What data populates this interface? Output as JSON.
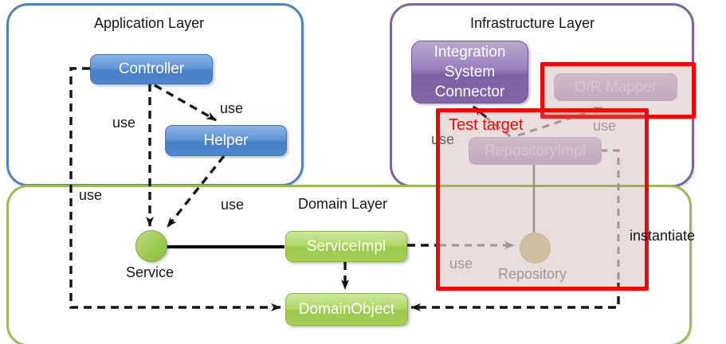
{
  "layers": {
    "application": {
      "title": "Application Layer"
    },
    "infrastructure": {
      "title": "Infrastructure Layer"
    },
    "domain": {
      "title": "Domain Layer"
    }
  },
  "nodes": {
    "controller": {
      "label": "Controller"
    },
    "helper": {
      "label": "Helper"
    },
    "integration_system_connector": {
      "lines": [
        "Integration",
        "System",
        "Connector"
      ]
    },
    "or_mapper": {
      "label": "O/R Mapper"
    },
    "repository_impl": {
      "label": "RepositoryImpl"
    },
    "service": {
      "label": "Service"
    },
    "service_impl": {
      "label": "ServiceImpl"
    },
    "repository": {
      "label": "Repository"
    },
    "domain_object": {
      "label": "DomainObject"
    }
  },
  "labels": {
    "use": "use",
    "instantiate": "instantiate",
    "test_target": "Test target"
  },
  "colors": {
    "application_border": "#4f81bd",
    "infrastructure_border": "#7e63a4",
    "domain_border": "#9bbb59",
    "node_blue": "#4a80c8",
    "node_purple": "#7a5fa0",
    "node_green": "#9ecb4e",
    "faded_node": "#c8b6d3",
    "repository_ball": "#d8d4a8",
    "highlight_red": "#ee0808",
    "test_target_text": "#f60505",
    "gray_edge": "#a39899",
    "black_edge": "#141414"
  }
}
